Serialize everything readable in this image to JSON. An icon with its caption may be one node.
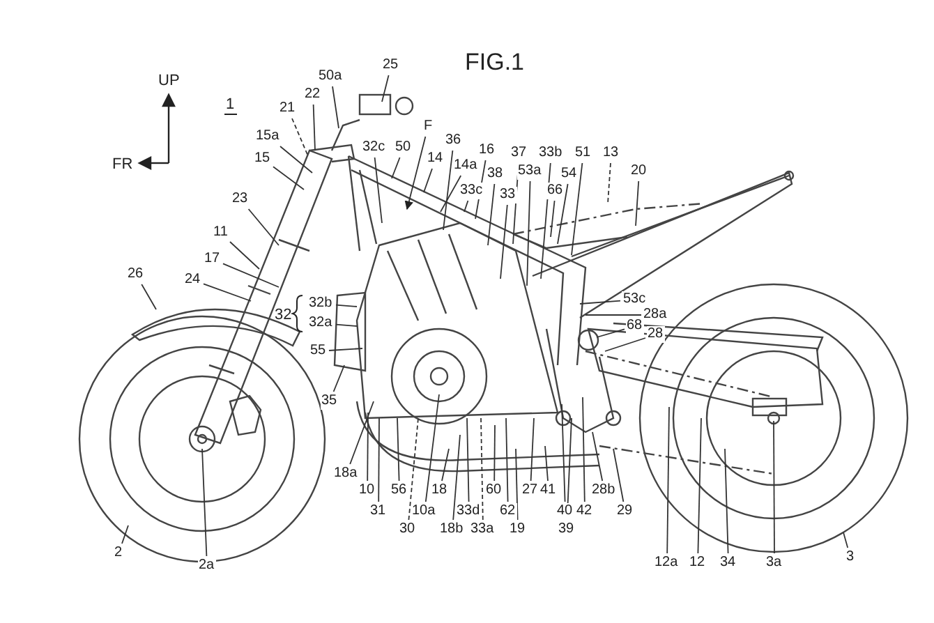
{
  "diagram": {
    "title": "FIG.1",
    "nodes": [
      {
        "text": [
          "50a"
        ]
      },
      {
        "text": [
          "25"
        ]
      },
      {
        "text": [
          "22"
        ]
      },
      {
        "text": [
          "21"
        ]
      },
      {
        "text": [
          "F"
        ]
      },
      {
        "text": [
          "36"
        ]
      },
      {
        "text": [
          "15a"
        ]
      },
      {
        "text": [
          "32c"
        ]
      },
      {
        "text": [
          "50"
        ]
      },
      {
        "text": [
          "16"
        ]
      },
      {
        "text": [
          "37"
        ]
      },
      {
        "text": [
          "33b"
        ]
      },
      {
        "text": [
          "51"
        ]
      },
      {
        "text": [
          "13"
        ]
      },
      {
        "text": [
          "15"
        ]
      },
      {
        "text": [
          "14"
        ]
      },
      {
        "text": [
          "14a"
        ]
      },
      {
        "text": [
          "20"
        ]
      },
      {
        "text": [
          "38"
        ]
      },
      {
        "text": [
          "53a"
        ]
      },
      {
        "text": [
          "54"
        ]
      },
      {
        "text": [
          "33c"
        ]
      },
      {
        "text": [
          "66"
        ]
      },
      {
        "text": [
          "33"
        ]
      },
      {
        "text": [
          "23"
        ]
      },
      {
        "text": [
          "11"
        ]
      },
      {
        "text": [
          "17"
        ]
      },
      {
        "text": [
          "26"
        ]
      },
      {
        "text": [
          "24"
        ]
      },
      {
        "text": [
          "53c"
        ]
      },
      {
        "text": [
          "32b"
        ]
      },
      {
        "text": [
          "28a"
        ]
      },
      {
        "text": [
          "32a"
        ]
      },
      {
        "text": [
          "68"
        ]
      },
      {
        "text": [
          "28"
        ]
      },
      {
        "text": [
          "55"
        ]
      },
      {
        "text": [
          "35"
        ]
      },
      {
        "text": [
          "18a"
        ]
      },
      {
        "text": [
          "10"
        ]
      },
      {
        "text": [
          "56"
        ]
      },
      {
        "text": [
          "18"
        ]
      },
      {
        "text": [
          "60"
        ]
      },
      {
        "text": [
          "27"
        ]
      },
      {
        "text": [
          "41"
        ]
      },
      {
        "text": [
          "28b"
        ]
      },
      {
        "text": [
          "31"
        ]
      },
      {
        "text": [
          "10a"
        ]
      },
      {
        "text": [
          "33d"
        ]
      },
      {
        "text": [
          "62"
        ]
      },
      {
        "text": [
          "40"
        ]
      },
      {
        "text": [
          "42"
        ]
      },
      {
        "text": [
          "29"
        ]
      },
      {
        "text": [
          "30"
        ]
      },
      {
        "text": [
          "18b"
        ]
      },
      {
        "text": [
          "33a"
        ]
      },
      {
        "text": [
          "19"
        ]
      },
      {
        "text": [
          "39"
        ]
      },
      {
        "text": [
          "3"
        ]
      },
      {
        "text": [
          "2"
        ]
      },
      {
        "text": [
          "12a"
        ]
      },
      {
        "text": [
          "12"
        ]
      },
      {
        "text": [
          "34"
        ]
      },
      {
        "text": [
          "3a"
        ]
      },
      {
        "text": [
          "2a"
        ]
      }
    ],
    "edges": [
      {
        "from": 0,
        "to": null,
        "arrow": "none"
      },
      {
        "from": 1,
        "to": null,
        "arrow": "none"
      },
      {
        "from": 2,
        "to": null,
        "arrow": "none"
      },
      {
        "from": 3,
        "to": null,
        "arrow": "none",
        "style": "dashed"
      },
      {
        "from": 4,
        "to": null,
        "arrow": "to"
      },
      {
        "from": 5,
        "to": null,
        "arrow": "none"
      },
      {
        "from": 6,
        "to": null,
        "arrow": "none"
      },
      {
        "from": 7,
        "to": null,
        "arrow": "none"
      },
      {
        "from": 8,
        "to": null,
        "arrow": "none"
      },
      {
        "from": 9,
        "to": null,
        "arrow": "none"
      },
      {
        "from": 10,
        "to": null,
        "arrow": "none"
      },
      {
        "from": 11,
        "to": null,
        "arrow": "none"
      },
      {
        "from": 12,
        "to": null,
        "arrow": "none"
      },
      {
        "from": 13,
        "to": null,
        "arrow": "none",
        "style": "dashed"
      },
      {
        "from": 14,
        "to": null,
        "arrow": "none"
      },
      {
        "from": 15,
        "to": null,
        "arrow": "none"
      },
      {
        "from": 16,
        "to": null,
        "arrow": "none"
      },
      {
        "from": 17,
        "to": null,
        "arrow": "none"
      },
      {
        "from": 18,
        "to": null,
        "arrow": "none"
      },
      {
        "from": 19,
        "to": null,
        "arrow": "none"
      },
      {
        "from": 20,
        "to": null,
        "arrow": "none"
      },
      {
        "from": 21,
        "to": null,
        "arrow": "none"
      },
      {
        "from": 22,
        "to": null,
        "arrow": "none"
      },
      {
        "from": 23,
        "to": null,
        "arrow": "none"
      },
      {
        "from": 24,
        "to": null,
        "arrow": "none"
      },
      {
        "from": 25,
        "to": null,
        "arrow": "none"
      },
      {
        "from": 26,
        "to": null,
        "arrow": "none"
      },
      {
        "from": 27,
        "to": null,
        "arrow": "none"
      },
      {
        "from": 28,
        "to": null,
        "arrow": "none"
      },
      {
        "from": 29,
        "to": null,
        "arrow": "none"
      },
      {
        "from": 30,
        "to": null,
        "arrow": "none"
      },
      {
        "from": 31,
        "to": null,
        "arrow": "none"
      },
      {
        "from": 32,
        "to": null,
        "arrow": "none"
      },
      {
        "from": 33,
        "to": null,
        "arrow": "none"
      },
      {
        "from": 34,
        "to": null,
        "arrow": "none"
      },
      {
        "from": 35,
        "to": null,
        "arrow": "none"
      },
      {
        "from": 36,
        "to": null,
        "arrow": "none"
      },
      {
        "from": 37,
        "to": null,
        "arrow": "none"
      },
      {
        "from": 38,
        "to": null,
        "arrow": "none"
      },
      {
        "from": 39,
        "to": null,
        "arrow": "none"
      },
      {
        "from": 40,
        "to": null,
        "arrow": "none"
      },
      {
        "from": 41,
        "to": null,
        "arrow": "none"
      },
      {
        "from": 42,
        "to": null,
        "arrow": "none"
      },
      {
        "from": 43,
        "to": null,
        "arrow": "none"
      },
      {
        "from": 44,
        "to": null,
        "arrow": "none"
      },
      {
        "from": 45,
        "to": null,
        "arrow": "none"
      },
      {
        "from": 46,
        "to": null,
        "arrow": "none"
      },
      {
        "from": 47,
        "to": null,
        "arrow": "none"
      },
      {
        "from": 48,
        "to": null,
        "arrow": "none"
      },
      {
        "from": 49,
        "to": null,
        "arrow": "none"
      },
      {
        "from": 50,
        "to": null,
        "arrow": "none"
      },
      {
        "from": 51,
        "to": null,
        "arrow": "none"
      },
      {
        "from": 52,
        "to": null,
        "arrow": "none",
        "style": "dashed"
      },
      {
        "from": 53,
        "to": null,
        "arrow": "none"
      },
      {
        "from": 54,
        "to": null,
        "arrow": "none",
        "style": "dashed"
      },
      {
        "from": 55,
        "to": null,
        "arrow": "none"
      },
      {
        "from": 56,
        "to": null,
        "arrow": "none"
      },
      {
        "from": 57,
        "to": null,
        "arrow": "none"
      },
      {
        "from": 58,
        "to": null,
        "arrow": "none"
      },
      {
        "from": 59,
        "to": null,
        "arrow": "none"
      },
      {
        "from": 60,
        "to": null,
        "arrow": "none"
      },
      {
        "from": 61,
        "to": null,
        "arrow": "none"
      },
      {
        "from": 62,
        "to": null,
        "arrow": "none"
      },
      {
        "from": 63,
        "to": null,
        "arrow": "none"
      }
    ],
    "labels": [
      "UP",
      "1",
      "FR",
      "32"
    ]
  }
}
